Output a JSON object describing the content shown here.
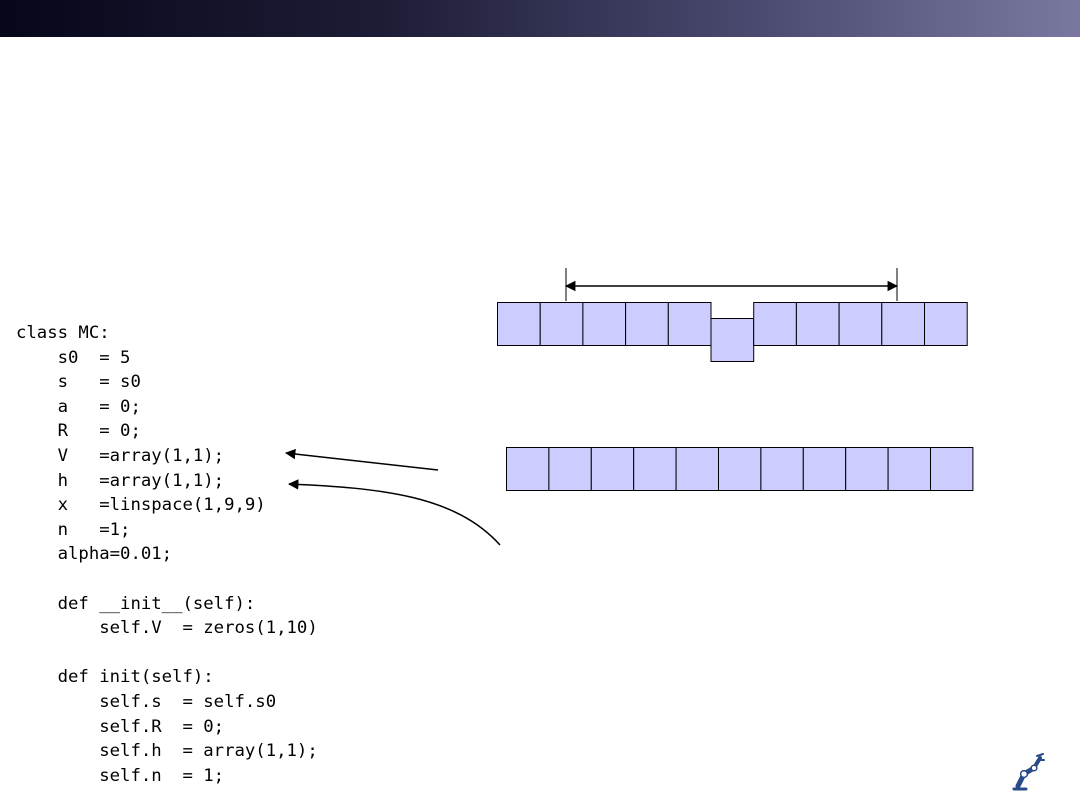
{
  "slide": {
    "colors": {
      "header_left": "#07071a",
      "header_right": "#7a78a0",
      "cell_fill": "#ccccff",
      "cell_stroke": "#000000"
    },
    "code_lines": [
      "class MC:",
      "    s0  = 5",
      "    s   = s0",
      "    a   = 0;",
      "    R   = 0;",
      "    V   =array(1,1);",
      "    h   =array(1,1);",
      "    x   =linspace(1,9,9)",
      "    n   =1;",
      "    alpha=0.01;",
      "",
      "    def __init__(self):",
      "        self.V  = zeros(1,10)",
      "",
      "    def init(self):",
      "        self.s  = self.s0",
      "        self.R  = 0;",
      "        self.h  = array(1,1);",
      "        self.n  = 1;"
    ],
    "diagram": {
      "state_array": {
        "cell_count": 11,
        "current_index": 5
      },
      "value_array": {
        "cell_count": 11
      },
      "logo_icon": "robot-arm-icon"
    }
  }
}
